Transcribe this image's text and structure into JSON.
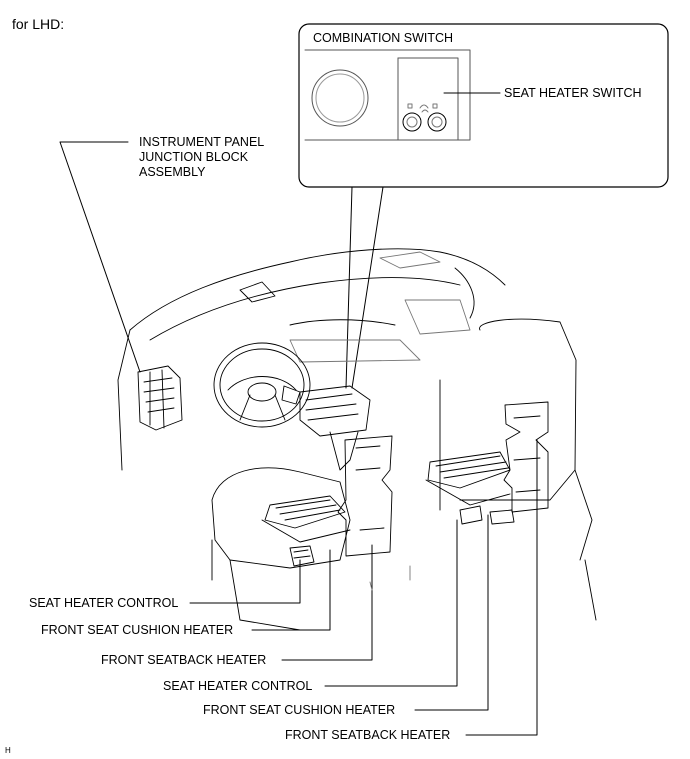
{
  "header": {
    "variant": "for LHD:"
  },
  "inset": {
    "title": "COMBINATION SWITCH"
  },
  "labels": {
    "seat_heater_switch": "SEAT HEATER SWITCH",
    "junction_block": [
      "INSTRUMENT PANEL",
      "JUNCTION BLOCK",
      "ASSEMBLY"
    ],
    "left_control": "SEAT HEATER CONTROL",
    "left_cushion": "FRONT SEAT CUSHION HEATER",
    "left_seatback": "FRONT SEATBACK HEATER",
    "right_control": "SEAT HEATER CONTROL",
    "right_cushion": "FRONT SEAT CUSHION HEATER",
    "right_seatback": "FRONT SEATBACK HEATER"
  },
  "footer": {
    "mark": "H"
  }
}
